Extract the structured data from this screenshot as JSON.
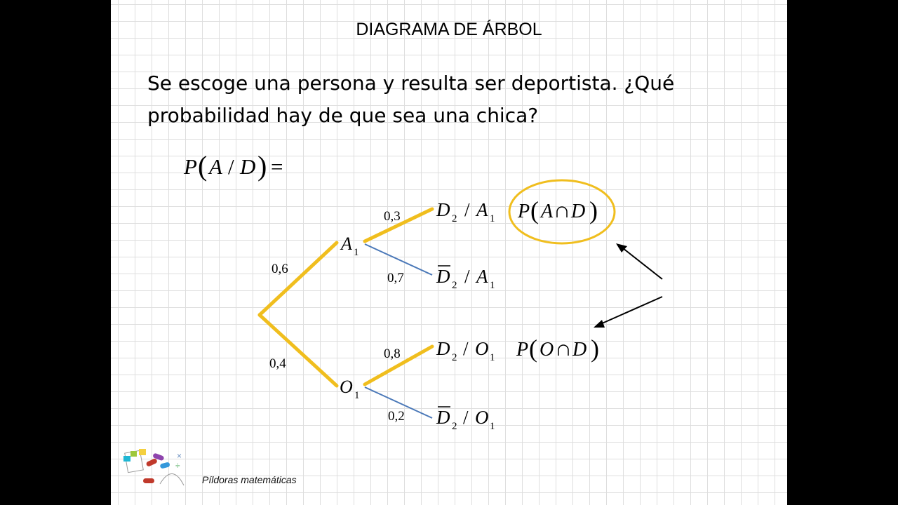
{
  "title": "DIAGRAMA DE ÁRBOL",
  "question_line1": "Se escoge una persona y resulta ser deportista. ¿Qué",
  "question_line2": "probabilidad hay de que sea una chica?",
  "formula": "P(A/D) =",
  "tree": {
    "branches": [
      {
        "node": "A1",
        "probability": "0,6",
        "color": "#f0be1e"
      },
      {
        "node": "O1",
        "probability": "0,4",
        "color": "#f0be1e"
      }
    ],
    "leaves": [
      {
        "label": "D2 / A1",
        "probability": "0,3",
        "color": "#f0be1e"
      },
      {
        "label": "D̄2 / A1",
        "probability": "0,7",
        "color": "#4a78b8"
      },
      {
        "label": "D2 / O1",
        "probability": "0,8",
        "color": "#f0be1e"
      },
      {
        "label": "D̄2 / O1",
        "probability": "0,2",
        "color": "#4a78b8"
      }
    ]
  },
  "results": [
    {
      "label": "P(A∩D)",
      "highlighted": true
    },
    {
      "label": "P(O∩D)",
      "highlighted": false
    }
  ],
  "highlight_color": "#f0be1e",
  "footer": "Píldoras matemáticas"
}
